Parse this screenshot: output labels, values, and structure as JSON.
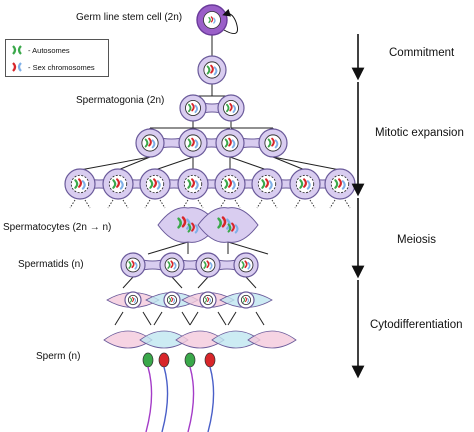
{
  "labels": {
    "germ_line": "Germ line stem cell (2n)",
    "spermatogonia": "Spermatogonia (2n)",
    "spermatocytes": "Spermatocytes (2n → n)",
    "spermatids": "Spermatids (n)",
    "sperm": "Sperm (n)"
  },
  "stages": {
    "commitment": "Commitment",
    "mitotic": "Mitotic expansion",
    "meiosis": "Meiosis",
    "cytodiff": "Cytodifferentiation"
  },
  "legend": {
    "autosomes": "- Autosomes",
    "sex": "- Sex chromosomes"
  },
  "colors": {
    "cell_fill": "#d9cdf0",
    "cell_stroke": "#6a5a9a",
    "stem_fill": "#9a5fc8",
    "autosome": "#3aa84a",
    "sex_red": "#d8262a",
    "sex_blue": "#7fb0e8",
    "pink": "#f4c9dc",
    "cyan": "#bfe6f0",
    "flagellum": "#a43cc8"
  },
  "icons": [
    "autosome-icon",
    "sex-chromosome-icon",
    "loop-arrow-icon",
    "stage-arrow-icon"
  ]
}
